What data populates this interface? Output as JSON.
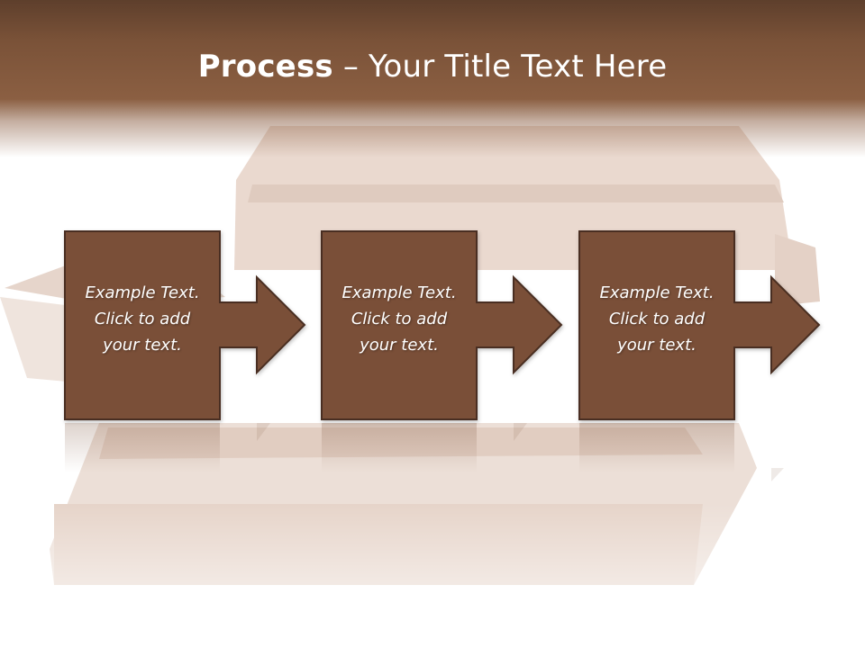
{
  "slide": {
    "title_bold": "Process",
    "title_rest": " – Your Title Text Here",
    "colors": {
      "header": "#7a5238",
      "box_fill": "#7a5038",
      "box_border": "#4a2f20",
      "chocolate_light": "#efe3dc"
    }
  },
  "steps": [
    {
      "line1": "Example Text.",
      "line2": "Click  to add",
      "line3": "your text."
    },
    {
      "line1": "Example Text.",
      "line2": "Click  to add",
      "line3": "your text."
    },
    {
      "line1": "Example Text.",
      "line2": "Click  to add",
      "line3": "your text."
    }
  ]
}
